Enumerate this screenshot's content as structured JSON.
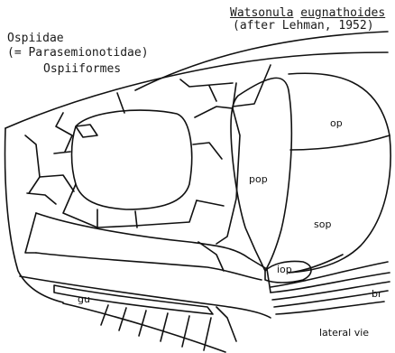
{
  "header": {
    "genus": "Watsonula",
    "species": "eugnathoides",
    "authority": "(after Lehman, 1952)",
    "family": "Ospiidae",
    "synonym": "(= Parasemionotidae)",
    "order": "Ospiiformes"
  },
  "bone_labels": {
    "op": "op",
    "pop": "pop",
    "sop": "sop",
    "iop": "iop",
    "gu": "gu",
    "br": "br"
  },
  "view_label": "lateral vie"
}
